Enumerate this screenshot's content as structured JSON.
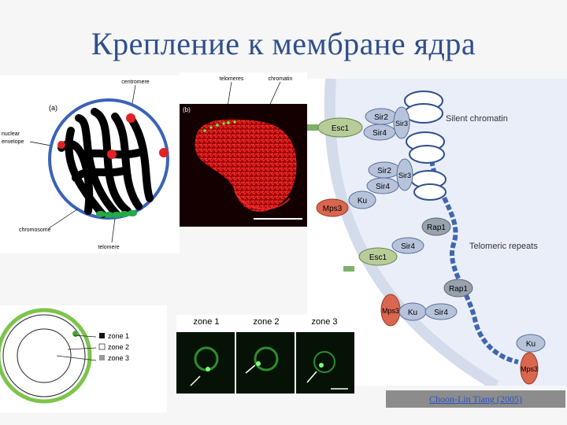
{
  "slide": {
    "title": "Крепление к мембране ядра",
    "credit": "Choon-Lin Tiang (2005)"
  },
  "panel_a": {
    "letter": "(a)",
    "label_centromere": "centromere",
    "label_nuclear": "nuclear",
    "label_envelope": "envelope",
    "label_chromosome": "chromosome",
    "label_telomere": "telomere"
  },
  "panel_b": {
    "letter": "(b)",
    "label_telomeres": "telomeres",
    "label_chromatin": "chromatin"
  },
  "panel_c": {
    "labels": [
      "Esc1",
      "Sir2",
      "Sir4",
      "Sir3",
      "Silent chromatin",
      "Sir2",
      "Sir4",
      "Sir3",
      "Mps3",
      "Ku",
      "Rap1",
      "Sir4",
      "Esc1",
      "Telomeric repeats",
      "Rap1",
      "Mps3",
      "Ku",
      "Sir4",
      "Ku",
      "Mps3"
    ]
  },
  "panel_d": {
    "legend": [
      "zone 1",
      "zone 2",
      "zone 3"
    ]
  },
  "panel_e": {
    "zones": [
      "zone 1",
      "zone 2",
      "zone 3"
    ]
  },
  "colors": {
    "title": "#2f4f8c",
    "nucleus_ring": "#3a63b8",
    "centromere": "#e02424",
    "telomere": "#22aa44",
    "micrograph_red": "#e01010",
    "fluor_green": "#4fdc4f"
  }
}
